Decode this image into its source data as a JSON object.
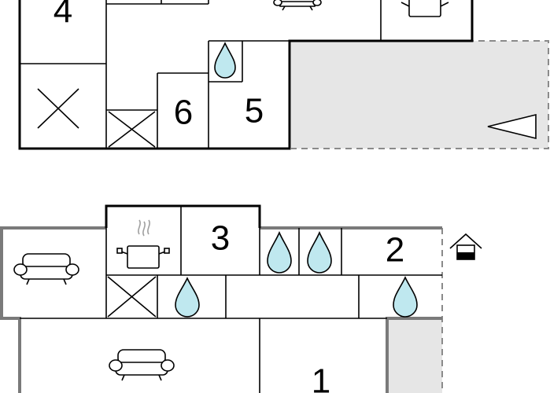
{
  "floors": [
    {
      "rooms": [
        {
          "number": "4"
        },
        {
          "number": "6"
        },
        {
          "number": "5"
        }
      ],
      "icons": [
        "sofa-icon",
        "cooktop-icon",
        "water-drop-icon",
        "cross-mark-icon",
        "cross-mark-icon",
        "direction-triangle-icon"
      ]
    },
    {
      "rooms": [
        {
          "number": "3"
        },
        {
          "number": "2"
        },
        {
          "number": "1"
        }
      ],
      "icons": [
        "sofa-icon",
        "sofa-icon",
        "cooktop-icon",
        "water-drop-icon",
        "water-drop-icon",
        "water-drop-icon",
        "water-drop-icon",
        "cross-mark-icon",
        "entrance-icon"
      ]
    }
  ],
  "colors": {
    "wall_upper": "#000000",
    "wall_lower": "#7a7a7a",
    "terrace": "#e6e6e6",
    "water": "#bfe8ef"
  }
}
